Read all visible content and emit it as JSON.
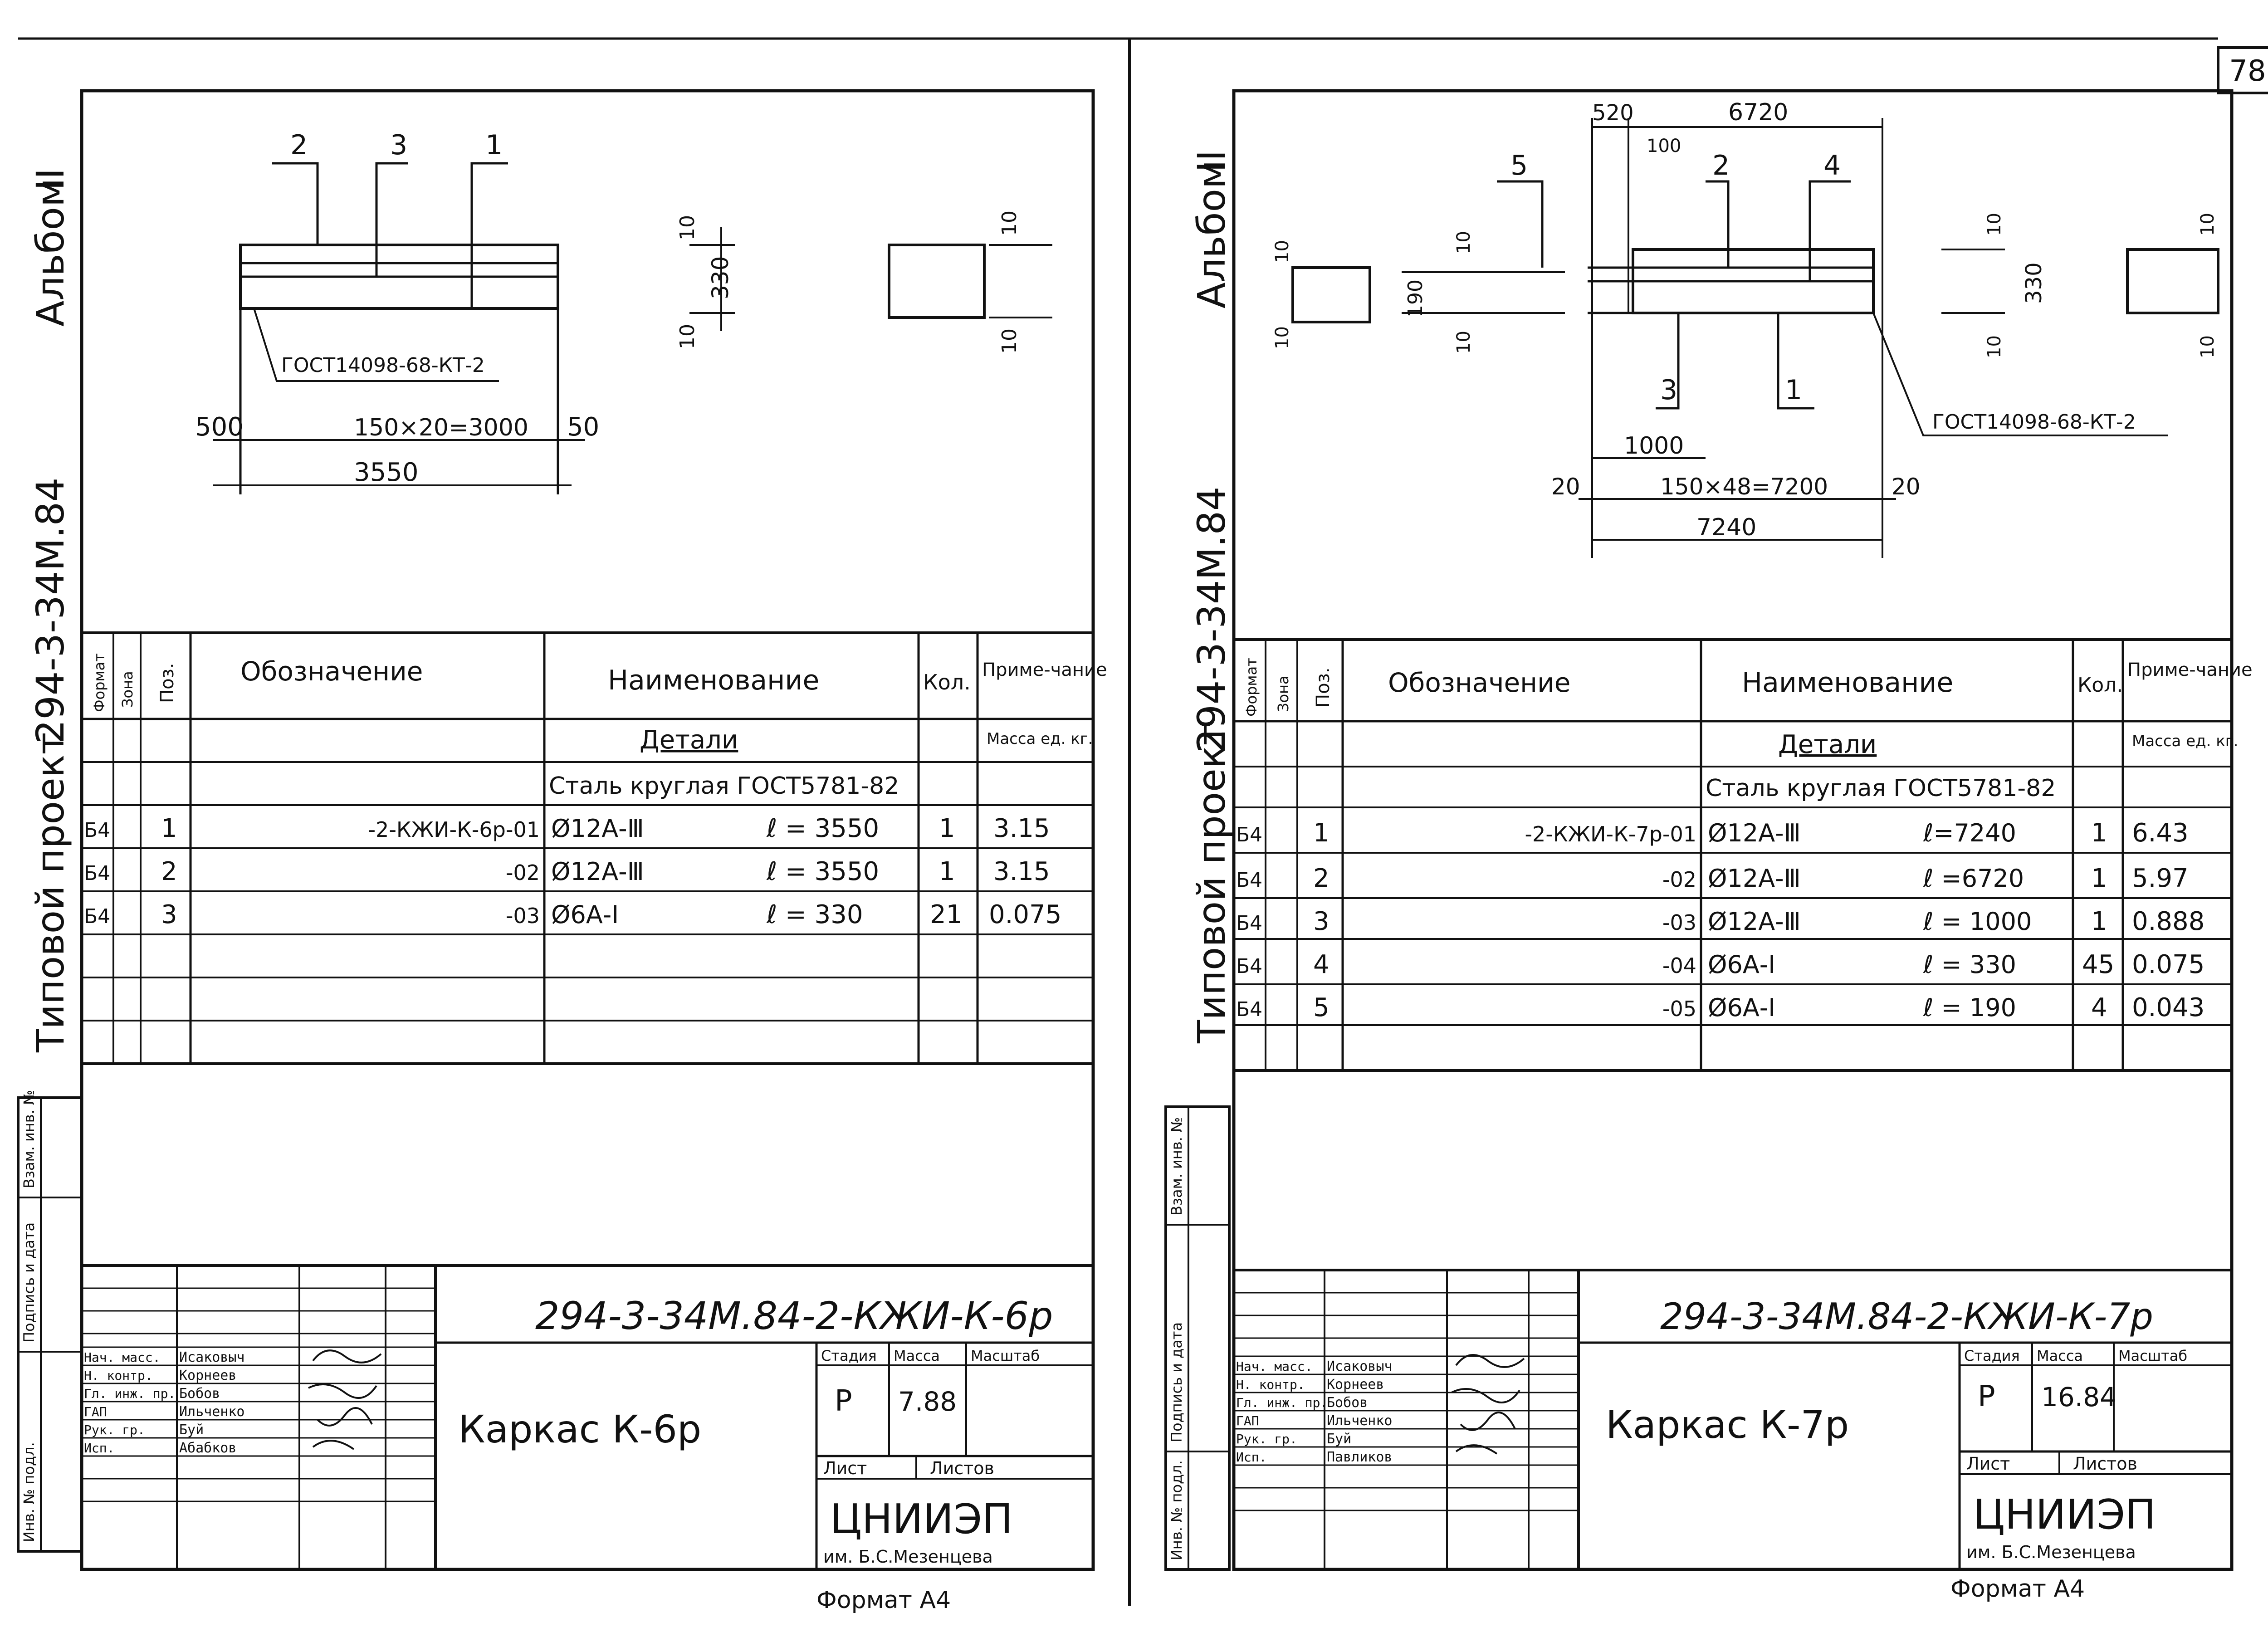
{
  "page_number": "78",
  "album_label": "Альбом",
  "album_number": "II",
  "project_label": "Типовой проект",
  "project_code": "294-3-34М.84",
  "side_stamp": [
    "Инв. № подл.",
    "Подпись и дата",
    "Взам. инв. №"
  ],
  "columns": {
    "format": "Формат",
    "zone": "Зона",
    "pos": "Поз.",
    "designation": "Обозначение",
    "name": "Наименование",
    "qty": "Кол.",
    "note": "Приме-чание",
    "mass": "Масса ед. кг."
  },
  "section": "Детали",
  "steel": "Сталь круглая ГОСТ5781-82",
  "format_caption": "Формат А4",
  "stage_label": "Стадия",
  "mass_label": "Масса",
  "scale_label": "Масштаб",
  "sheet_label": "Лист",
  "sheets_label": "Листов",
  "org_name": "ЦНИИЭП",
  "org_sub": "им. Б.С.Мезенцева",
  "roles": [
    "Нач. масс.",
    "Н. контр.",
    "Гл. инж. пр.",
    "ГАП",
    "Рук. гр.",
    "Исп."
  ],
  "sheets": [
    {
      "id": "k6r",
      "code": "294-3-34М.84-2-КЖИ-К-6р",
      "title": "Каркас К-6р",
      "stage": "Р",
      "mass": "7.88",
      "gost_label": "ГОСТ14098-68-КТ-2",
      "dims": {
        "pitch": "150×20=3000",
        "total": "3550",
        "left": "500",
        "right": "50",
        "height": "330",
        "cover": "10",
        "callouts": [
          "2",
          "3",
          "1"
        ]
      },
      "rows": [
        {
          "fmt": "Б4",
          "pos": "1",
          "designation": "-2-КЖИ-К-6р-01",
          "name": "Ø12А-Ⅲ",
          "length": "ℓ = 3550",
          "qty": "1",
          "note": "3.15"
        },
        {
          "fmt": "Б4",
          "pos": "2",
          "designation": "-02",
          "name": "Ø12А-Ⅲ",
          "length": "ℓ = 3550",
          "qty": "1",
          "note": "3.15"
        },
        {
          "fmt": "Б4",
          "pos": "3",
          "designation": "-03",
          "name": "Ø6А-Ⅰ",
          "length": "ℓ = 330",
          "qty": "21",
          "note": "0.075"
        }
      ],
      "people": [
        "Исаковыч",
        "Корнеев",
        "Бобов",
        "Ильченко",
        "Буй",
        "Абабков"
      ]
    },
    {
      "id": "k7r",
      "code": "294-3-34М.84-2-КЖИ-К-7р",
      "title": "Каркас К-7р",
      "stage": "Р",
      "mass": "16.84",
      "gost_label": "ГОСТ14098-68-КТ-2",
      "dims": {
        "top": "6720",
        "top_left": "520",
        "gap": "100",
        "pitch": "150×48=7200",
        "total": "7240",
        "left": "20",
        "right": "20",
        "segment": "1000",
        "height": "330",
        "small_height": "190",
        "cover": "10",
        "callouts": [
          "5",
          "2",
          "4",
          "3",
          "1"
        ]
      },
      "rows": [
        {
          "fmt": "Б4",
          "pos": "1",
          "designation": "-2-КЖИ-К-7р-01",
          "name": "Ø12А-Ⅲ",
          "length": "ℓ=7240",
          "qty": "1",
          "note": "6.43"
        },
        {
          "fmt": "Б4",
          "pos": "2",
          "designation": "-02",
          "name": "Ø12А-Ⅲ",
          "length": "ℓ =6720",
          "qty": "1",
          "note": "5.97"
        },
        {
          "fmt": "Б4",
          "pos": "3",
          "designation": "-03",
          "name": "Ø12А-Ⅲ",
          "length": "ℓ = 1000",
          "qty": "1",
          "note": "0.888"
        },
        {
          "fmt": "Б4",
          "pos": "4",
          "designation": "-04",
          "name": "Ø6А-Ⅰ",
          "length": "ℓ = 330",
          "qty": "45",
          "note": "0.075"
        },
        {
          "fmt": "Б4",
          "pos": "5",
          "designation": "-05",
          "name": "Ø6А-Ⅰ",
          "length": "ℓ = 190",
          "qty": "4",
          "note": "0.043"
        }
      ],
      "people": [
        "Исаковыч",
        "Корнеев",
        "Бобов",
        "Ильченко",
        "Буй",
        "Павликов"
      ]
    }
  ]
}
